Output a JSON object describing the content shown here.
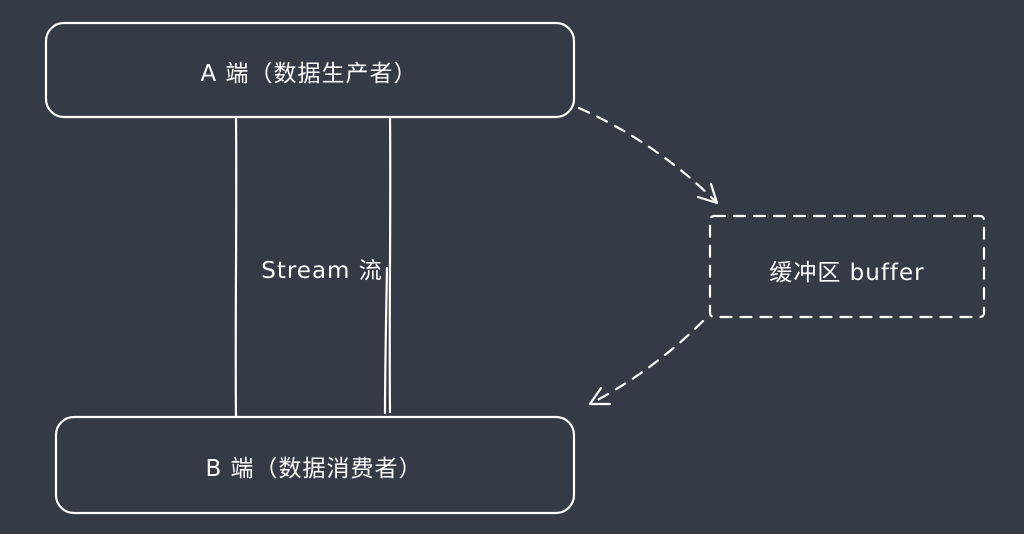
{
  "diagram": {
    "background": "#343B47",
    "stroke_color": "#ffffff",
    "node_fill": "#313845",
    "nodes": {
      "producer": {
        "label": "A 端（数据生产者）"
      },
      "consumer": {
        "label": "B 端（数据消费者）"
      },
      "buffer": {
        "label": "缓冲区 buffer"
      }
    },
    "edges": {
      "stream": {
        "label": "Stream 流",
        "style": "solid-double-line"
      },
      "producer_to_buffer": {
        "style": "dashed-arrow"
      },
      "buffer_to_consumer": {
        "style": "dashed-arrow"
      }
    }
  }
}
